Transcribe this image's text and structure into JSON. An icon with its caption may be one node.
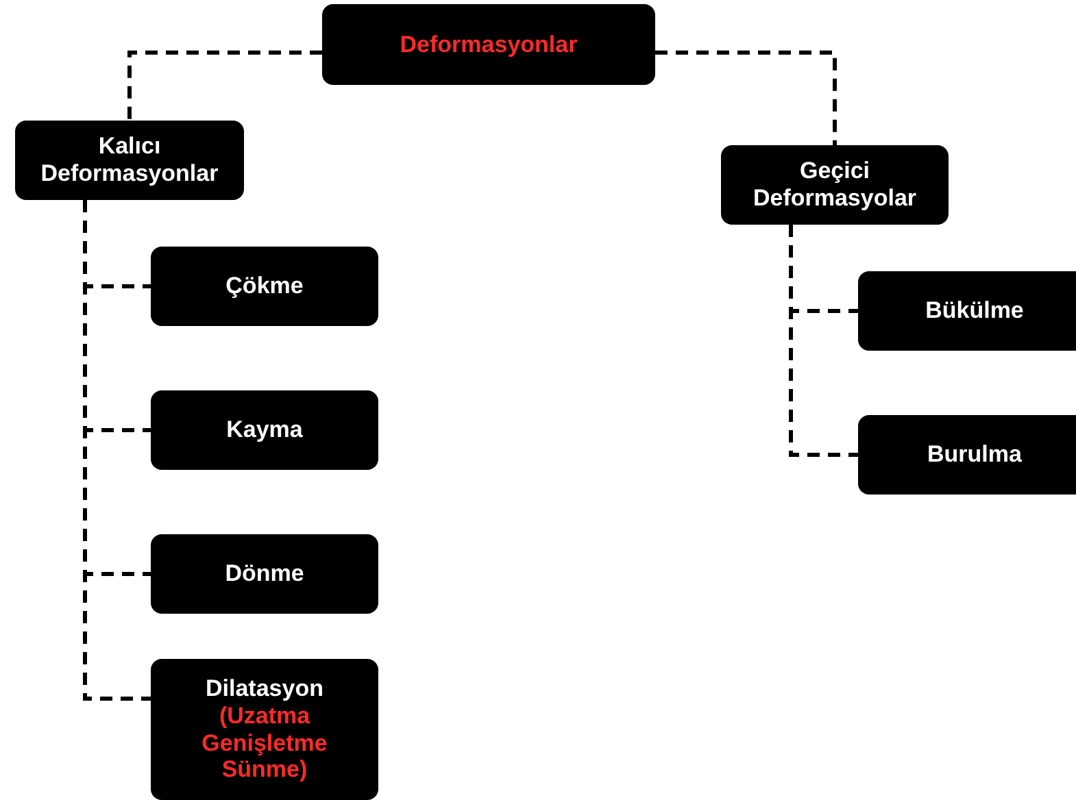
{
  "diagram": {
    "nodes": [
      {
        "text": [
          "Deformasyonlar"
        ]
      },
      {
        "text": [
          "Kalıcı Deformasyonlar"
        ]
      },
      {
        "text": [
          "Geçici Deformasyolar"
        ]
      },
      {
        "text": [
          "Çökme"
        ]
      },
      {
        "text": [
          "Kayma"
        ]
      },
      {
        "text": [
          "Dönme"
        ]
      },
      {
        "text": [
          "Dilatasyon",
          "(Uzatma Genişletme Sünme)"
        ]
      },
      {
        "text": [
          "Bükülme"
        ]
      },
      {
        "text": [
          "Burulma"
        ]
      }
    ],
    "edges": [
      {
        "from": 0,
        "to": 1,
        "arrow": "none",
        "style": "dashed"
      },
      {
        "from": 0,
        "to": 2,
        "arrow": "none",
        "style": "dashed"
      },
      {
        "from": 1,
        "to": 3,
        "arrow": "none",
        "style": "dashed"
      },
      {
        "from": 1,
        "to": 4,
        "arrow": "none",
        "style": "dashed"
      },
      {
        "from": 1,
        "to": 5,
        "arrow": "none",
        "style": "dashed"
      },
      {
        "from": 1,
        "to": 6,
        "arrow": "none",
        "style": "dashed"
      },
      {
        "from": 2,
        "to": 7,
        "arrow": "none",
        "style": "dashed"
      },
      {
        "from": 2,
        "to": 8,
        "arrow": "none",
        "style": "dashed"
      }
    ]
  }
}
